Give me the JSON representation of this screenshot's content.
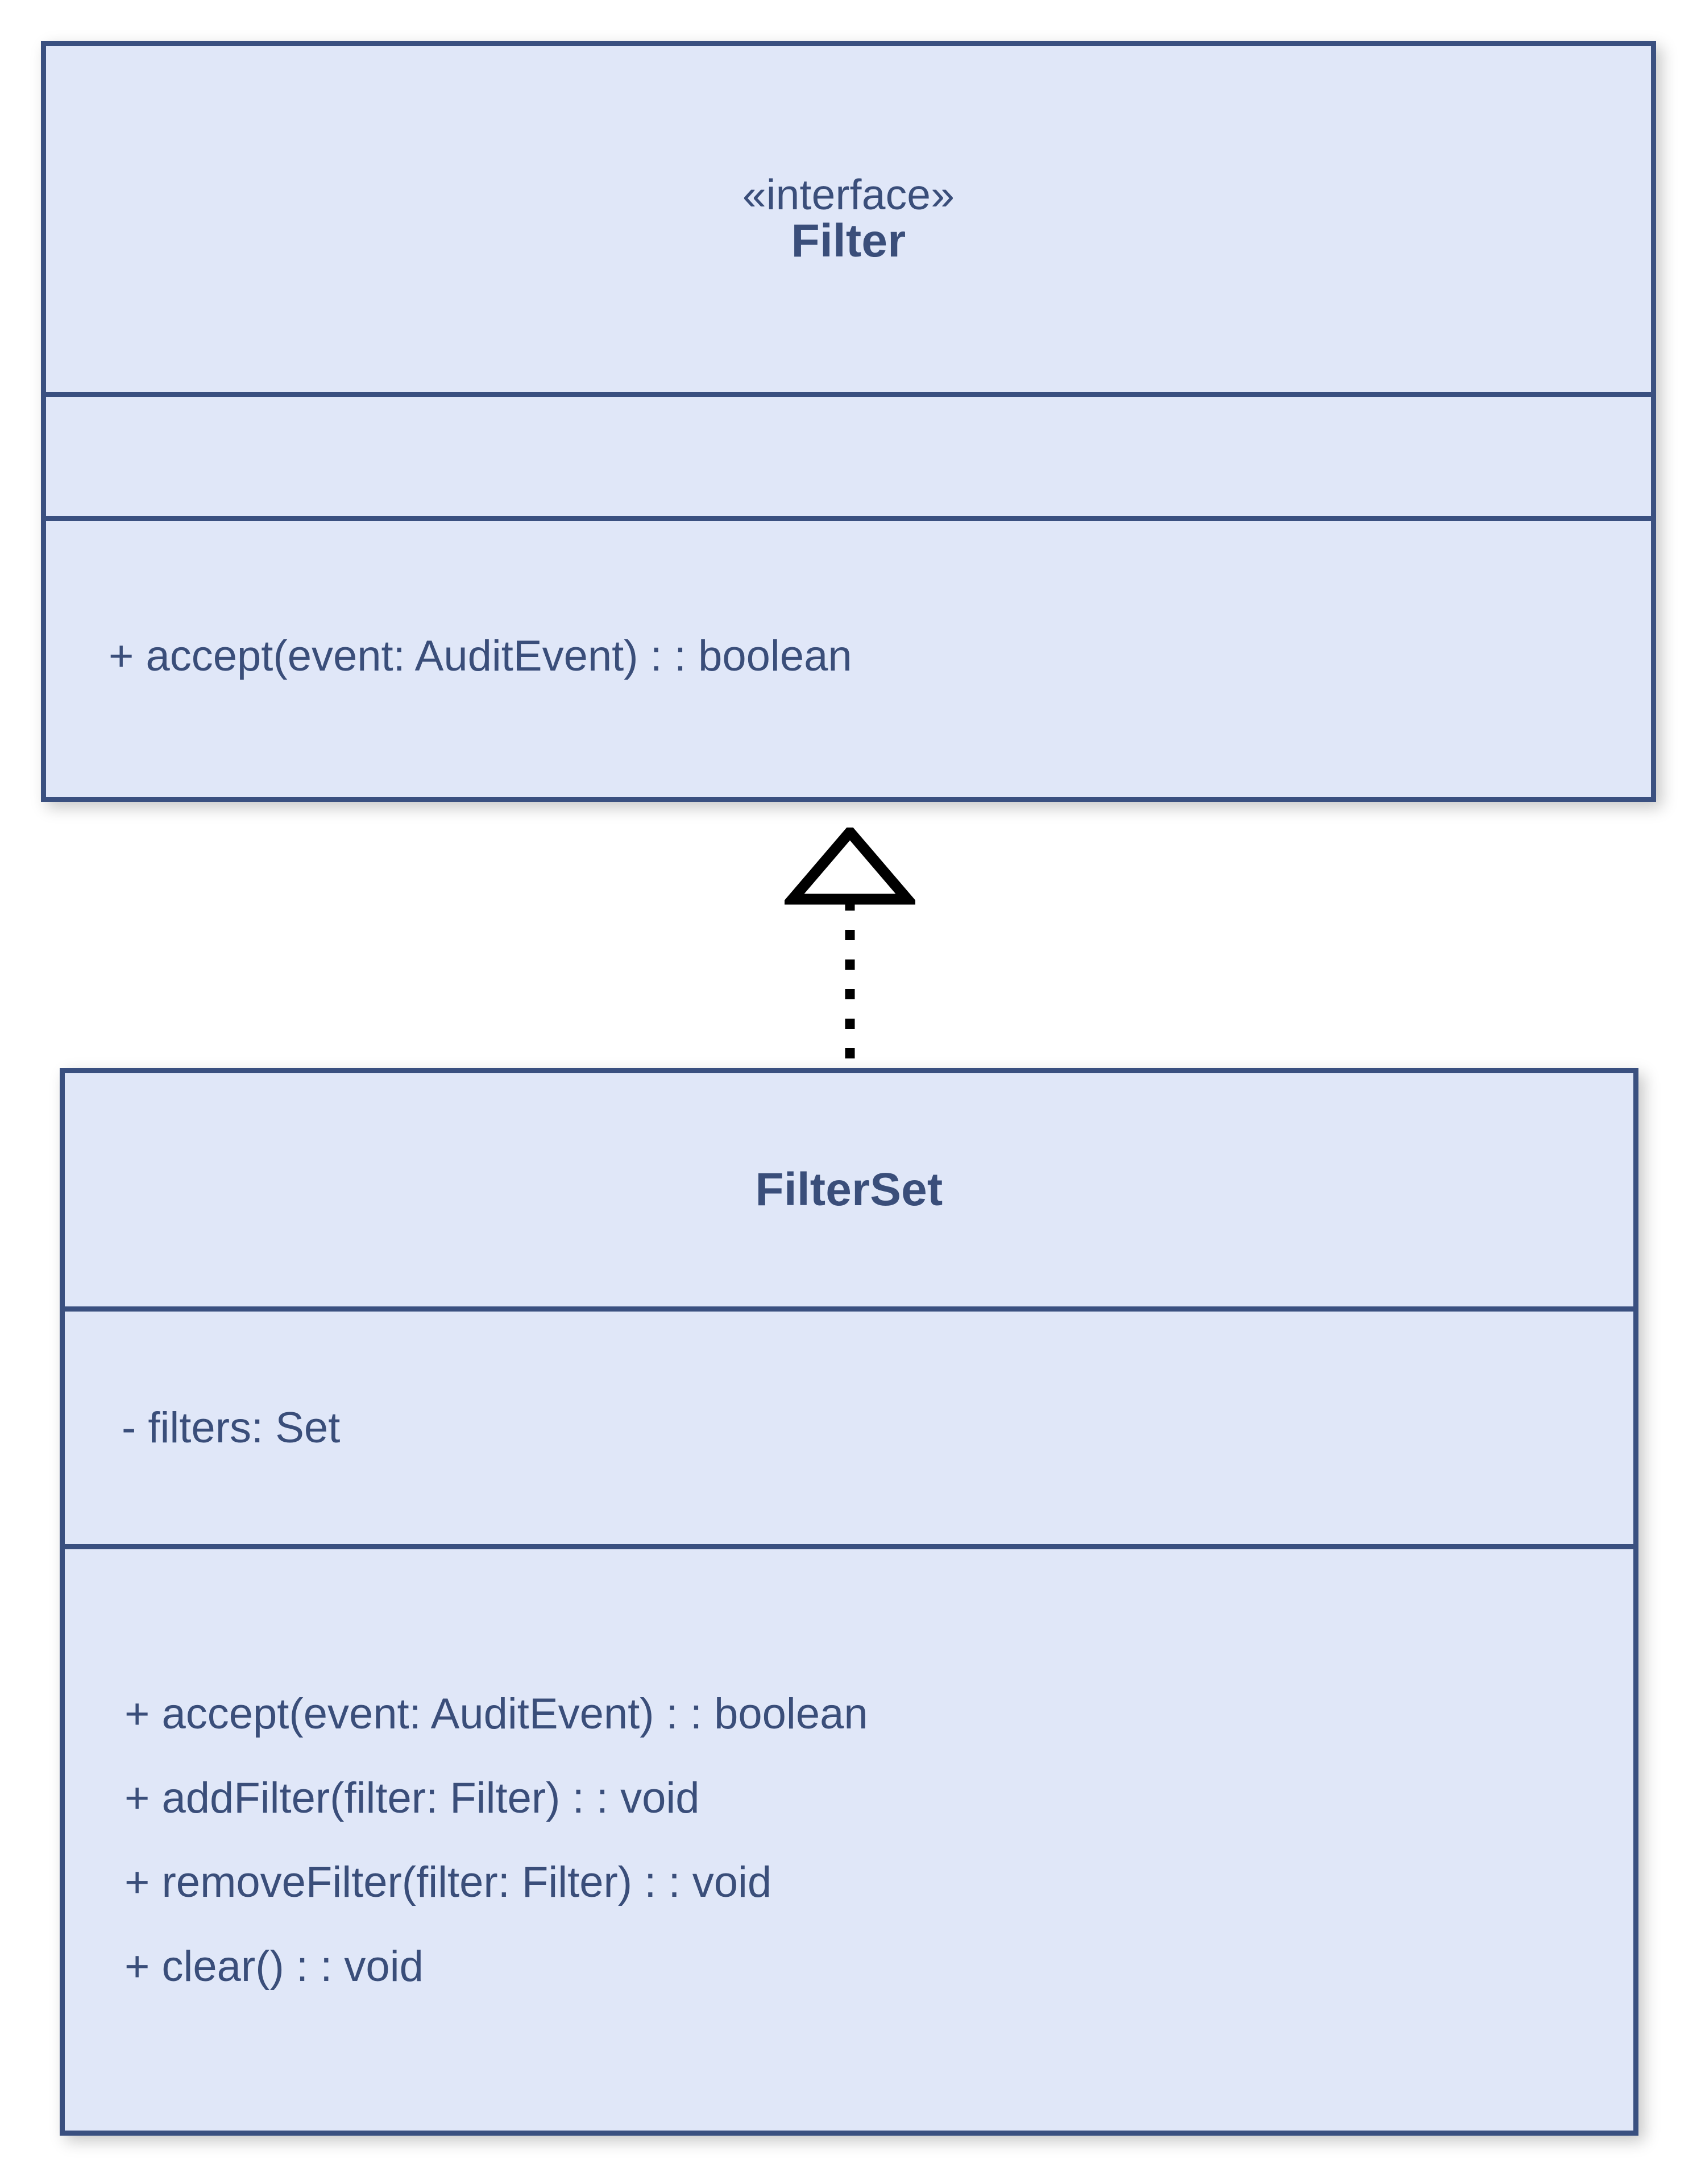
{
  "diagram": {
    "type": "uml-class-diagram",
    "background_color": "#FFFFFF",
    "box_fill_color": "#E0E7F8",
    "box_border_color": "#3A5080",
    "text_color": "#3A4E7A",
    "connector_color": "#000000"
  },
  "classes": [
    {
      "id": "filter",
      "stereotype": "«interface»",
      "name": "Filter",
      "attributes": [],
      "operations": [
        "+ accept(event: AuditEvent) : : boolean"
      ]
    },
    {
      "id": "filterset",
      "stereotype": "",
      "name": "FilterSet",
      "attributes": [
        "- filters: Set"
      ],
      "operations": [
        "+ accept(event: AuditEvent) : : boolean",
        "+ addFilter(filter: Filter) : : void",
        "+ removeFilter(filter: Filter) : : void",
        "+ clear() : : void"
      ]
    }
  ],
  "relationships": [
    {
      "id": "filterset-realizes-filter",
      "kind": "realization",
      "from": "FilterSet",
      "to": "Filter",
      "line_style": "dotted",
      "arrowhead": "hollow-triangle"
    }
  ]
}
